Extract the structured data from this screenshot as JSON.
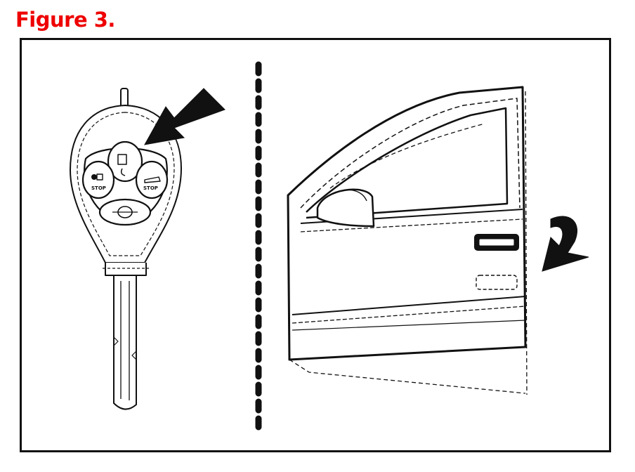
{
  "figure": {
    "title": "Figure 3.",
    "title_color": "#ee0000"
  },
  "key": {
    "icons": [
      "key-fob-icon",
      "lock-button-icon",
      "unlock-button-icon",
      "panic-button-icon",
      "trunk-button-icon"
    ],
    "button_labels": {
      "left": "STOP",
      "right": "STOP"
    }
  },
  "door": {
    "icons": [
      "car-door-icon",
      "door-handle-icon",
      "side-mirror-icon",
      "open-direction-arrow-icon"
    ]
  },
  "colors": {
    "line": "#111111",
    "background": "#ffffff"
  }
}
